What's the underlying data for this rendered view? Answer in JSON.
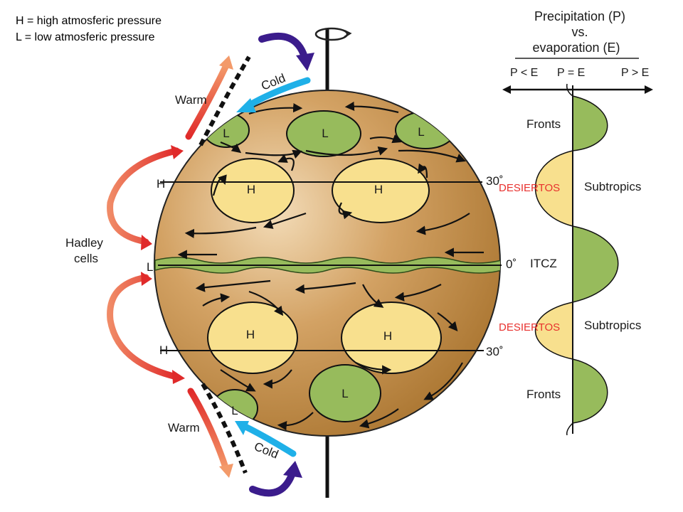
{
  "legend": {
    "high": "H = high atmosferic pressure",
    "low": "L = low atmosferic pressure"
  },
  "globe": {
    "high_cells": [
      "H",
      "H",
      "H",
      "H"
    ],
    "low_cells": [
      "L",
      "L",
      "L",
      "L",
      "L"
    ],
    "left_markers": {
      "north_h": "H",
      "equator_l": "L",
      "south_h": "H"
    },
    "latitudes": {
      "north": "30˚",
      "equator": "0˚",
      "south": "30˚"
    },
    "hadley_label_line1": "Hadley",
    "hadley_label_line2": "cells",
    "warm_north": "Warm",
    "cold_north": "Cold",
    "warm_south": "Warm",
    "cold_south": "Cold"
  },
  "panel": {
    "title_line1": "Precipitation (P)",
    "title_line2": "vs.",
    "title_line3": "evaporation (E)",
    "axis_left": "P < E",
    "axis_mid": "P = E",
    "axis_right": "P > E",
    "zones": [
      "Fronts",
      "Subtropics",
      "ITCZ",
      "Subtropics",
      "Fronts"
    ],
    "desert_label_1": "DESIERTOS",
    "desert_label_2": "DESIERTOS"
  },
  "colors": {
    "globe": "#c08a45",
    "high_cell": "#f8e08e",
    "low_cell": "#97bb5c",
    "warm_arrow": "#e03a2e",
    "cold_arrow": "#1fb0e8",
    "rotation_arrow": "#3b1c8c",
    "desert_text": "#e8312e"
  }
}
